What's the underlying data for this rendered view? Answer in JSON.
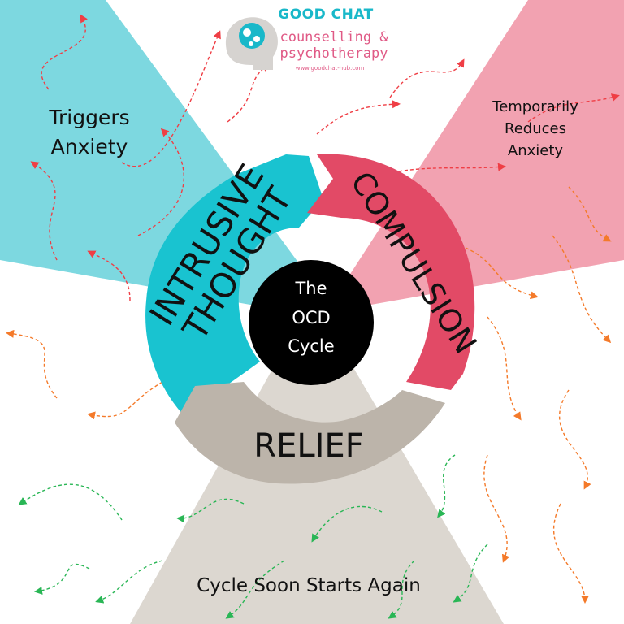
{
  "brand": {
    "name": "GOOD CHAT",
    "line1": "counselling &",
    "line2": "psychotherapy",
    "url": "www.goodchat-hub.com"
  },
  "cycle": {
    "center_title": [
      "The",
      "OCD",
      "Cycle"
    ],
    "stages": {
      "intrusive_line1": "INTRUSIVE",
      "intrusive_line2": "THOUGHT",
      "compulsion": "COMPULSION",
      "relief": "RELIEF"
    }
  },
  "zones": {
    "triggers_line1": "Triggers",
    "triggers_line2": "Anxiety",
    "temp_line1": "Temporarily",
    "temp_line2": "Reduces",
    "temp_line3": "Anxiety",
    "again": "Cycle Soon Starts Again"
  },
  "colors": {
    "teal": "#19c3d0",
    "teal_light": "#7dd8e0",
    "pink": "#e24a66",
    "pink_light": "#f2a2b1",
    "grey": "#bcb4aa",
    "grey_light": "#dcd7d0",
    "red_arrow": "#ef3e45",
    "orange_arrow": "#f47a2a",
    "green_arrow": "#29b655",
    "center": "#000000"
  }
}
